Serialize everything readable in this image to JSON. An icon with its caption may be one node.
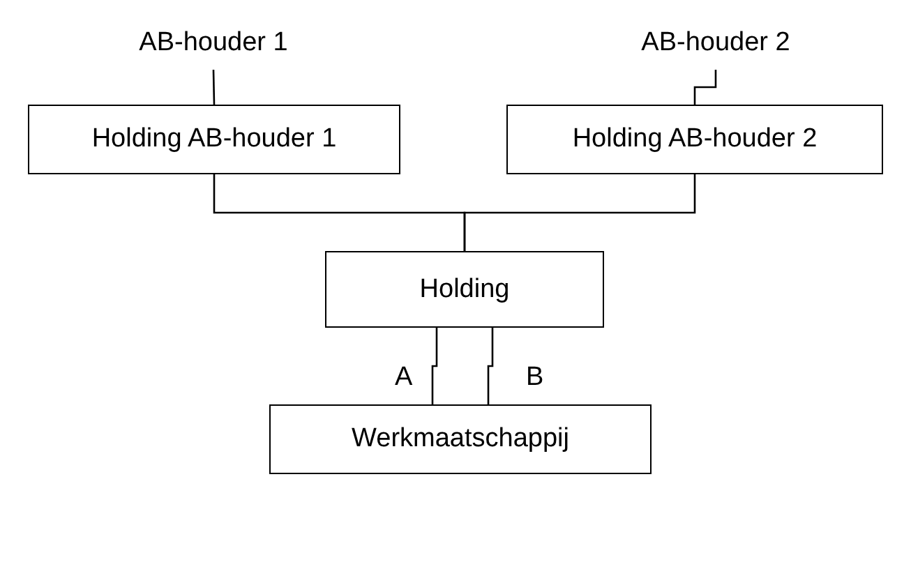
{
  "diagram": {
    "nodes": [
      {
        "text": [
          "AB-houder 1"
        ]
      },
      {
        "text": [
          "AB-houder 2"
        ]
      },
      {
        "text": [
          "Holding AB-houder 1"
        ]
      },
      {
        "text": [
          "Holding AB-houder 2"
        ]
      },
      {
        "text": [
          "Holding"
        ]
      },
      {
        "text": [
          "Werkmaatschappij"
        ]
      }
    ],
    "edges": [
      {
        "from": 0,
        "to": 2,
        "arrow": "none"
      },
      {
        "from": 1,
        "to": 3,
        "arrow": "none"
      },
      {
        "from": 2,
        "to": 4,
        "arrow": "none"
      },
      {
        "from": 3,
        "to": 4,
        "arrow": "none"
      },
      {
        "from": 4,
        "to": 5,
        "arrow": "none",
        "label": "A"
      },
      {
        "from": 4,
        "to": 5,
        "arrow": "none",
        "label": "B"
      }
    ]
  }
}
